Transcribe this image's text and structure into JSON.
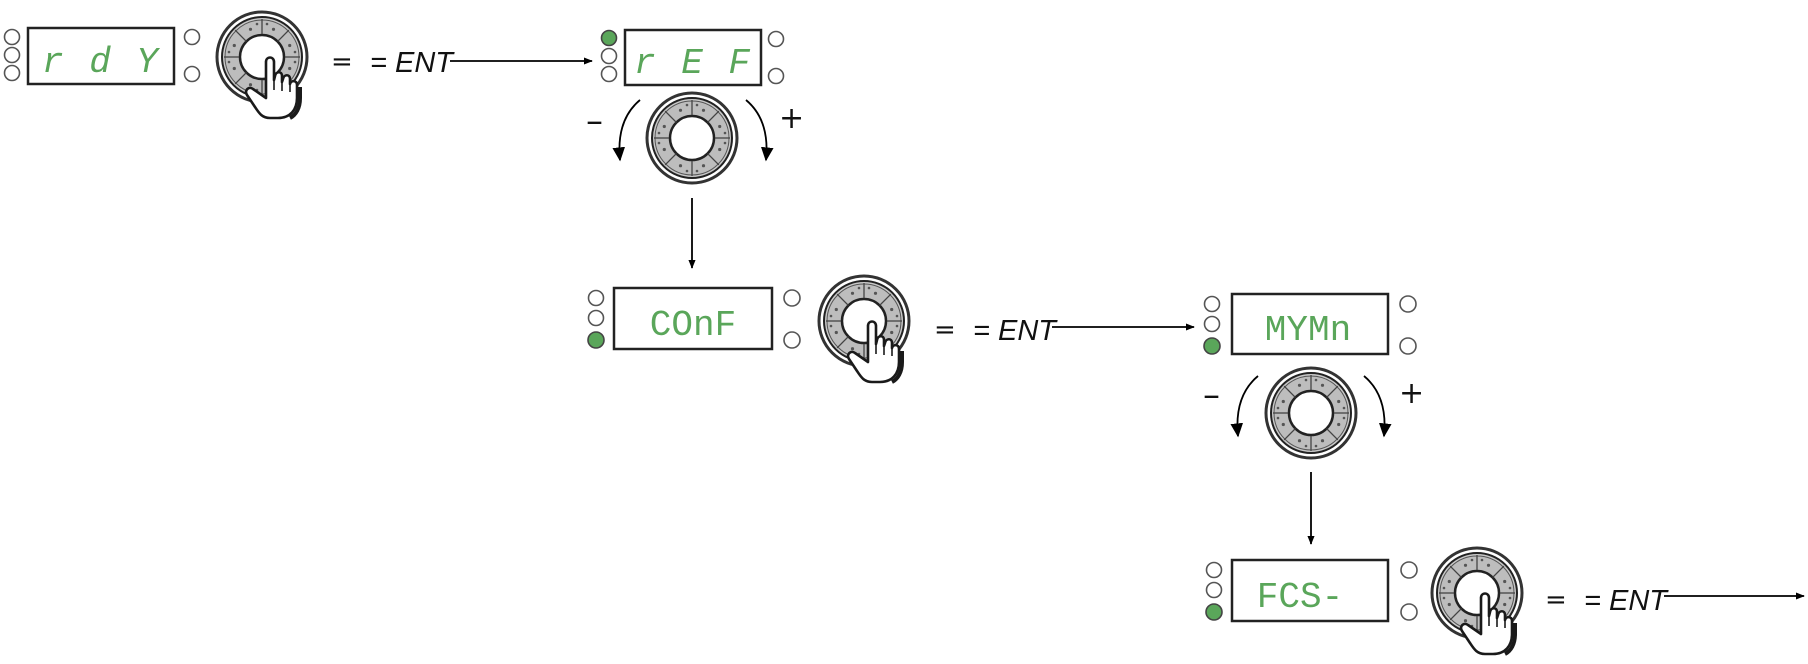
{
  "diagram": {
    "accent_color": "#5aa65a",
    "led_off_color": "#ffffff",
    "knob_icon": "jog-dial-icon",
    "press_icon": "pointing-hand-icon",
    "steps": [
      {
        "id": "rdy",
        "display": "r d Y",
        "style": "segment",
        "leds_left": [
          false,
          false,
          false
        ],
        "action": "= ENT"
      },
      {
        "id": "ref",
        "display": "r E F",
        "style": "segment",
        "leds_left": [
          true,
          false,
          false
        ],
        "rotate_minus": "–",
        "rotate_plus": "+"
      },
      {
        "id": "conf",
        "display": "COnF",
        "style": "mono",
        "leds_left": [
          false,
          false,
          true
        ],
        "action": "= ENT"
      },
      {
        "id": "mymn",
        "display": "MYMn",
        "style": "mono",
        "leds_left": [
          false,
          false,
          true
        ],
        "rotate_minus": "–",
        "rotate_plus": "+"
      },
      {
        "id": "fcs",
        "display": "FCS-",
        "style": "mono",
        "leds_left": [
          false,
          false,
          true
        ],
        "action": "= ENT"
      }
    ]
  }
}
